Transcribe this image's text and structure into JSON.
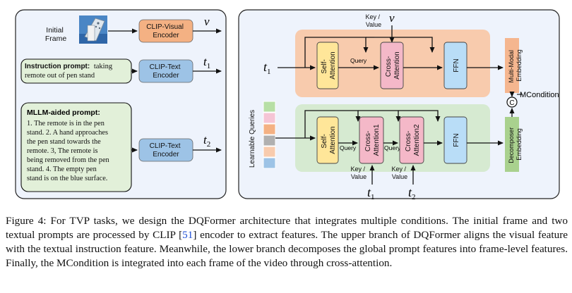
{
  "left_panel": {
    "frame_label": "Initial\nFrame",
    "clip_visual_label": "CLIP-Visual\nEncoder",
    "clip_text_label_1": "CLIP-Text\nEncoder",
    "clip_text_label_2": "CLIP-Text\nEncoder",
    "out_v": "v",
    "out_t1": "t",
    "out_t1_sub": "1",
    "out_t2": "t",
    "out_t2_sub": "2",
    "instruction_title": "Instruction prompt:",
    "instruction_text": "taking",
    "instruction_text_2": "remote out of pen stand",
    "mllm_title": "MLLM-aided prompt:",
    "mllm_lines": [
      "1. The remote is in the pen",
      "stand. 2. A hand approaches",
      "the pen stand towards the",
      "remote. 3, The remote is",
      "being removed from the pen",
      "stand. 4. The empty pen",
      "stand is on the blue surface."
    ]
  },
  "right_panel": {
    "key_value_top": "Key /\nValue",
    "top_v": "v",
    "in_t": "t",
    "in_t_sub": "1",
    "self_attention": "Self-\nAttention",
    "cross_attention": "Cross-\nAttention",
    "ffn": "FFN",
    "query": "Query",
    "multimodal_embedding": "Multi-Modal\nEmbedding",
    "concat_symbol": "C",
    "mcondition": "MCondition",
    "learnable_queries": "Learnable Queries",
    "self_attention_low": "Self-\nAttention",
    "cross_attention1": "Cross-\nAttention1",
    "cross_attention2": "Cross-\nAttention2",
    "ffn_low": "FFN",
    "query_low_1": "Query",
    "query_low_2": "Query",
    "key_value_low_1": "Key /\nValue",
    "key_value_low_2": "Key /\nValue",
    "bottom_t1": "t",
    "bottom_t1_sub": "1",
    "bottom_t2": "t",
    "bottom_t2_sub": "2",
    "decomposer_embedding": "Decomposer\nEmbedding"
  },
  "colors": {
    "panel_bg": "#eef3fc",
    "encoder_orange": "#f4b183",
    "encoder_blue": "#9dc3e6",
    "upper_branch": "#f8cbad",
    "lower_branch": "#d6ead1",
    "attention_yellow": "#ffe699",
    "cross_pink": "#f4b8c8",
    "ffn_blue": "#b9ddf7",
    "mm_embed": "#f5b68f",
    "dec_embed": "#a9d18e",
    "prompt_box": "#e2f0d9",
    "queries": [
      "#b7dfa5",
      "#f5c5d5",
      "#f4b183",
      "#b0b0b0",
      "#f8cbad",
      "#9dc3e6"
    ]
  },
  "caption": {
    "lead": "Figure 4: For TVP tasks, we design the DQFormer architecture that integrates multiple conditions. The initial frame and two textual prompts are processed by CLIP [",
    "cite": "51",
    "rest": "] encoder to extract features. The upper branch of DQFormer aligns the visual feature with the textual instruction feature. Meanwhile, the lower branch decomposes the global prompt features into frame-level features. Finally, the MCondition is integrated into each frame of the video through cross-attention."
  }
}
